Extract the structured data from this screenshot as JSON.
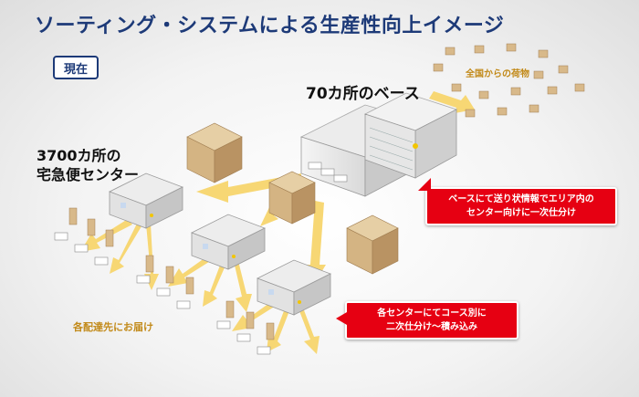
{
  "title": "ソーティング・システムによる生産性向上イメージ",
  "badge": "現在",
  "labels": {
    "base": "70カ所のベース",
    "centers_line1": "3700カ所の",
    "centers_line2": "宅急便センター",
    "cargo": "全国からの荷物",
    "delivery": "各配達先にお届け"
  },
  "callouts": {
    "base_line1": "ベースにて送り状情報でエリア内の",
    "base_line2": "センター向けに一次仕分け",
    "center_line1": "各センターにてコース別に",
    "center_line2": "二次仕分け～積み込み"
  },
  "colors": {
    "title": "#1d3a78",
    "arrow": "#f7d774",
    "callout": "#e60012",
    "accent_text": "#c28a1a",
    "box": "#d9b98a"
  }
}
